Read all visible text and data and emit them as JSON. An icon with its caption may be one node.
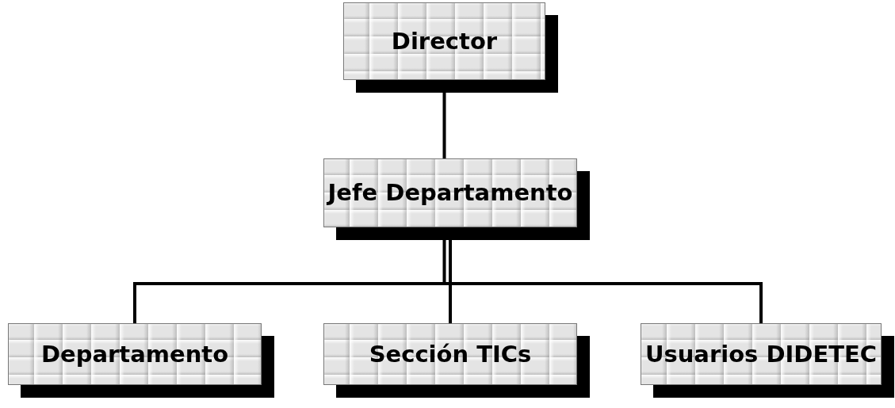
{
  "diagram": {
    "nodes": [
      {
        "text": [
          "Director"
        ]
      },
      {
        "text": [
          "Jefe Departamento"
        ]
      },
      {
        "text": [
          "Departamento"
        ]
      },
      {
        "text": [
          "Sección TICs"
        ]
      },
      {
        "text": [
          "Usuarios DIDETEC"
        ]
      }
    ],
    "edges": [
      {
        "from": 0,
        "to": 1,
        "arrow": "none"
      },
      {
        "from": 1,
        "to": 2,
        "arrow": "none"
      },
      {
        "from": 1,
        "to": 3,
        "arrow": "none"
      },
      {
        "from": 1,
        "to": 4,
        "arrow": "none"
      }
    ]
  }
}
